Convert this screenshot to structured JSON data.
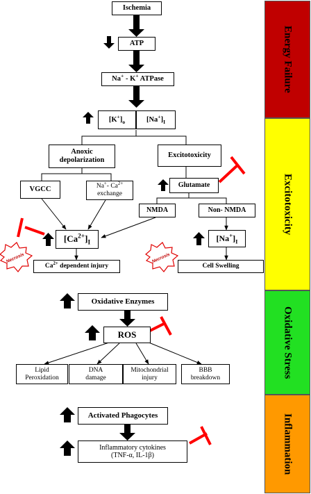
{
  "nodes": {
    "ischemia": "Ischemia",
    "atp": "ATP",
    "pump_a": "Na",
    "pump_sup1": "+",
    "pump_b": " - K",
    "pump_sup2": "+",
    "pump_c": " ATPase",
    "ko_a": "[K",
    "ko_sup": "+",
    "ko_b": "]",
    "ko_sub": "o",
    "nai_a": "[Na",
    "nai_sup": "+",
    "nai_b": "]",
    "nai_sub": "I",
    "anoxic_line1": "Anoxic",
    "anoxic_line2": "depolarization",
    "excitotoxicity": "Excitotoxicity",
    "vgcc": "VGCC",
    "nacaex_line1a": "Na",
    "nacaex_sup1": "+",
    "nacaex_line1b": "- Ca",
    "nacaex_sup2": "2+",
    "nacaex_line2": "exchange",
    "glutamate": "Glutamate",
    "nmda": "NMDA",
    "nonnmda": "Non- NMDA",
    "cai_a": "[Ca",
    "cai_sup": "2+",
    "cai_b": "]",
    "cai_sub": "I",
    "nai2_a": "[Na",
    "nai2_sup": "+",
    "nai2_b": "]",
    "nai2_sub": "I",
    "ca_injury_a": "Ca",
    "ca_injury_sup": "2+",
    "ca_injury_b": " dependent injury",
    "cell_swelling": "Cell Swelling",
    "oxidative_enzymes": "Oxidative Enzymes",
    "ros": "ROS",
    "lipid_line1": "Lipid",
    "lipid_line2": "Peroxidation",
    "dna_line1": "DNA",
    "dna_line2": "damage",
    "mito_line1": "Mitochondrial",
    "mito_line2": "injury",
    "bbb_line1": "BBB",
    "bbb_line2": "breakdown",
    "phagocytes": "Activated Phagocytes",
    "cytokines_line1": "Inflammatory cytokines",
    "cytokines_line2": "(TNF-α, IL-1β)",
    "necrosis_1": "Necrosis",
    "necrosis_2": "Necrosis"
  },
  "stages": [
    {
      "label": "Energy Failure",
      "color": "#c00000"
    },
    {
      "label": "Excitotoxicity",
      "color": "#ffff00"
    },
    {
      "label": "Oxidative Stress",
      "color": "#22e022"
    },
    {
      "label": "Inflammation",
      "color": "#ff9900"
    }
  ],
  "colors": {
    "inhibitor": "#ff0000",
    "arrow": "#000000",
    "necrosis_border": "#e00000"
  }
}
